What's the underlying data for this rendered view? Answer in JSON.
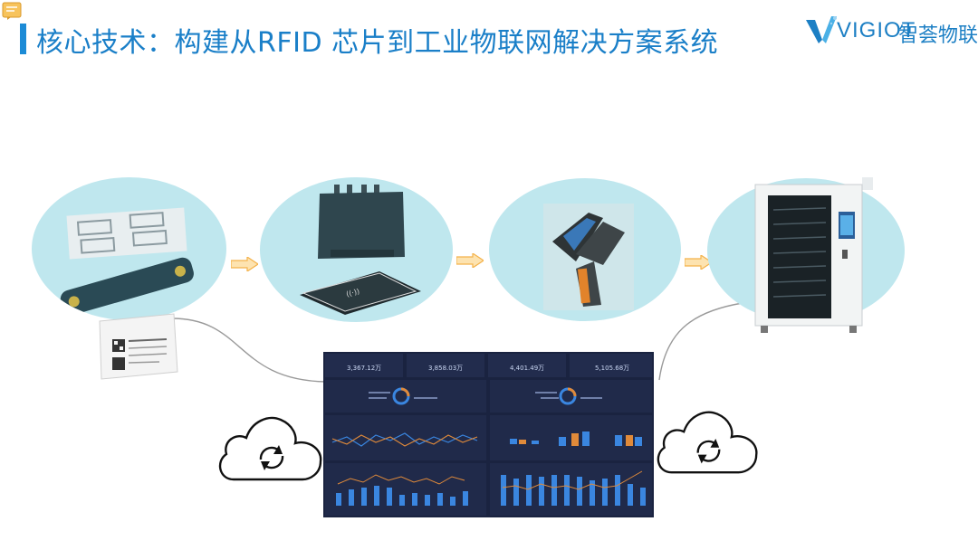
{
  "header": {
    "title": "核心技术：构建从RFID 芯片到工业物联网解决方案系统",
    "logo_text": "VIGIOT",
    "logo_cn": "智荟物联"
  },
  "dashboard": {
    "kpis": [
      "3,367.12万",
      "3,858.03万",
      "4,401.49万",
      "5,105.68万"
    ]
  },
  "colors": {
    "title": "#1a7fc8",
    "bubble": "#bfe7ee",
    "arrow": "#f4b24a",
    "dashboard_bg": "#1a2340"
  },
  "icons": [
    "note-icon",
    "cloud-sync-icon",
    "arrow-right-icon"
  ]
}
